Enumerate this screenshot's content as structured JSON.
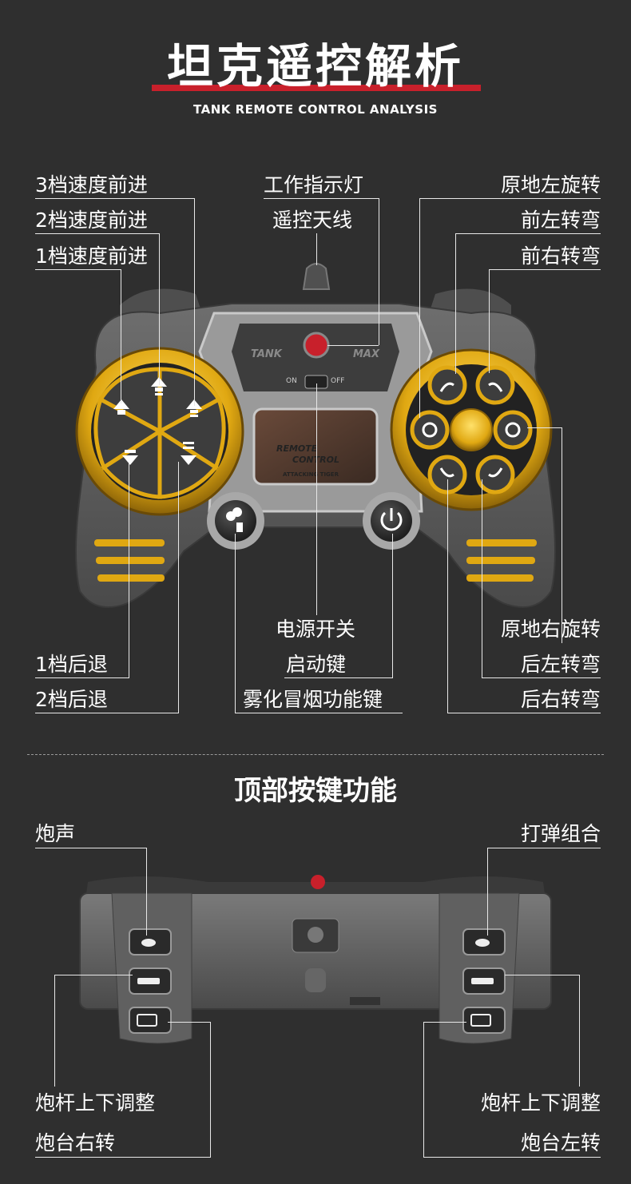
{
  "header": {
    "title": "坦克遥控解析",
    "subtitle": "TANK REMOTE CONTROL ANALYSIS"
  },
  "controller_labels": {
    "speed3_forward": "3档速度前进",
    "speed2_forward": "2档速度前进",
    "speed1_forward": "1档速度前进",
    "indicator_light": "工作指示灯",
    "antenna": "遥控天线",
    "rotate_left_in_place": "原地左旋转",
    "front_left_turn": "前左转弯",
    "front_right_turn": "前右转弯",
    "power_switch": "电源开关",
    "start_key": "启动键",
    "smoke_key": "雾化冒烟功能键",
    "reverse1": "1档后退",
    "reverse2": "2档后退",
    "rotate_right_in_place": "原地右旋转",
    "rear_left_turn": "后左转弯",
    "rear_right_turn": "后右转弯"
  },
  "controller_face_text": {
    "brand_left": "TANK",
    "brand_right": "MAX",
    "switch_on": "ON",
    "switch_off": "OFF",
    "screen_line1": "REMOTE",
    "screen_line2": "CONTROL",
    "screen_line3": "ATTACKING TIGER"
  },
  "top_section": {
    "title": "顶部按键功能",
    "cannon_sound": "炮声",
    "fire_combo": "打弹组合",
    "barrel_adjust_left": "炮杆上下调整",
    "barrel_adjust_right": "炮杆上下调整",
    "turret_right": "炮台右转",
    "turret_left": "炮台左转"
  },
  "colors": {
    "background": "#2f2f2f",
    "accent_red": "#c8202b",
    "gold": "#e8b318",
    "body_gray": "#5d5d5d"
  }
}
